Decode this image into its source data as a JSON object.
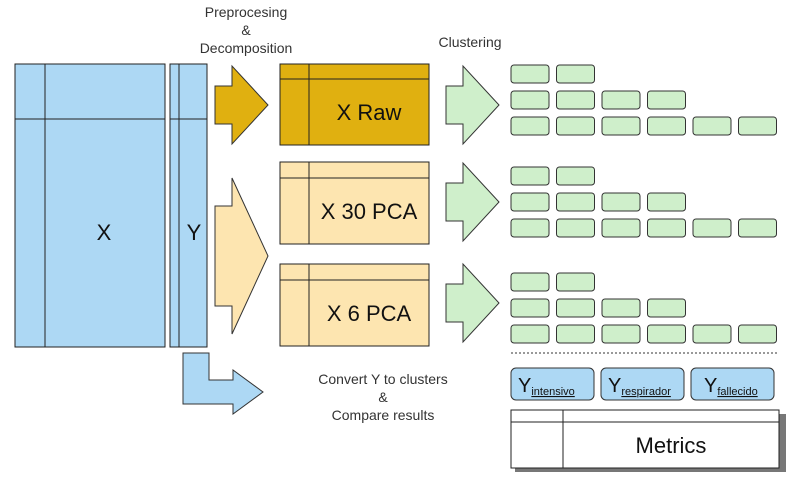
{
  "labels": {
    "preprocessing_line1": "Preprocesing",
    "preprocessing_line2": "&",
    "preprocessing_line3": "Decomposition",
    "clustering": "Clustering",
    "convert_line1": "Convert Y to clusters",
    "convert_line2": "&",
    "convert_line3": "Compare results"
  },
  "matrices": {
    "x": "X",
    "y": "Y"
  },
  "datasets": [
    {
      "label": "X Raw",
      "fill": "#e0b010"
    },
    {
      "label": "X 30 PCA",
      "fill": "#fde5b0"
    },
    {
      "label": "X 6 PCA",
      "fill": "#fde5b0"
    }
  ],
  "targets": [
    {
      "base": "Y",
      "sub": "intensivo"
    },
    {
      "base": "Y",
      "sub": "respirador"
    },
    {
      "base": "Y",
      "sub": "fallecido"
    }
  ],
  "metrics": {
    "label": "Metrics"
  },
  "colors": {
    "matrix_blue": "#add8f4",
    "raw_gold": "#e0b010",
    "pca_light": "#fde5b0",
    "cluster_green": "#cfefcb",
    "target_blue": "#add8f4"
  },
  "cluster_rows": [
    2,
    4,
    6
  ]
}
